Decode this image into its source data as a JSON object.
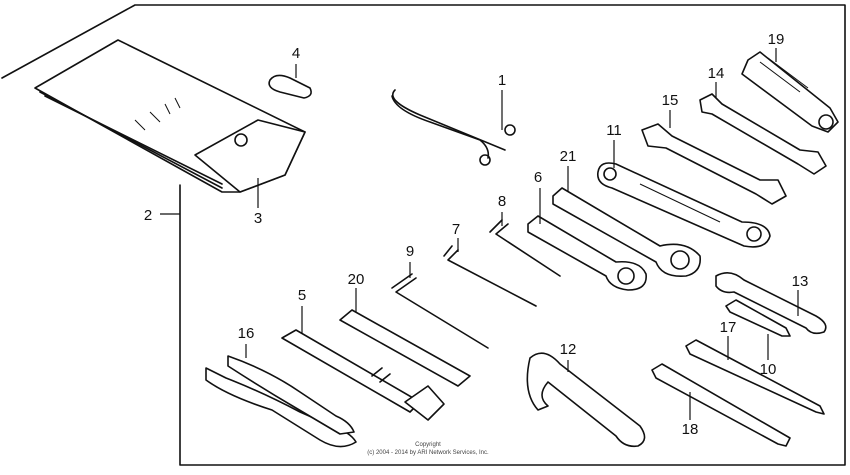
{
  "diagram": {
    "callouts": [
      "1",
      "2",
      "3",
      "4",
      "5",
      "6",
      "7",
      "8",
      "9",
      "10",
      "11",
      "12",
      "13",
      "14",
      "15",
      "16",
      "17",
      "18",
      "19",
      "20",
      "21"
    ],
    "copyright": {
      "line1": "Copyright",
      "line2": "(c) 2004 - 2014 by ARI Network Services, Inc."
    }
  }
}
